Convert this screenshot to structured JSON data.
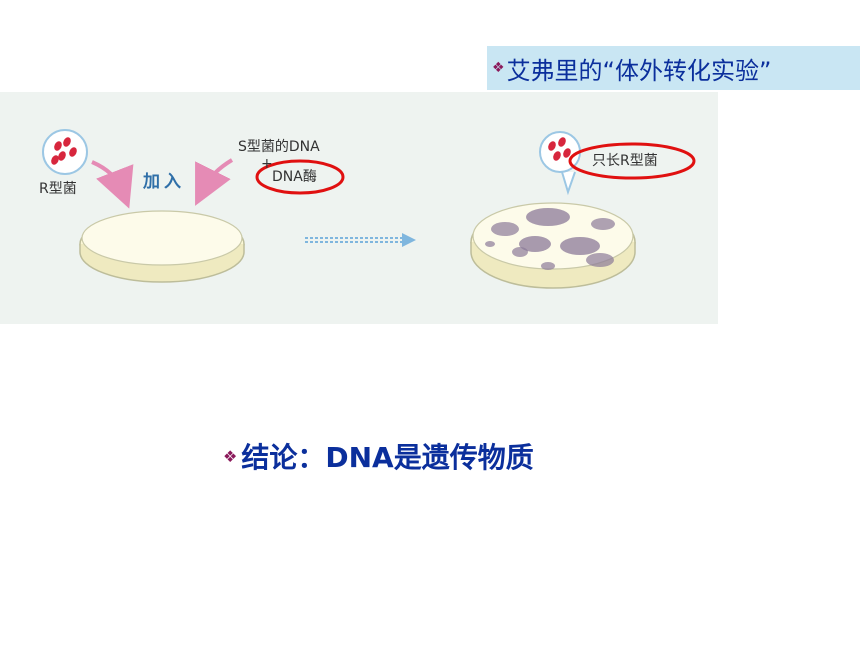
{
  "slide": {
    "title": {
      "bullet": "❖",
      "text": "艾弗里的“体外转化实验”",
      "background": "#c9e6f3",
      "color": "#0b2f9c"
    },
    "figure": {
      "r_label": "R型菌",
      "add_label": "加入",
      "s_dna_label": "S型菌的DNA",
      "plus_sign": "+",
      "enzyme_label": "DNA酶",
      "result_label": "只长R型菌",
      "highlight_color": "#e01010"
    },
    "conclusion": {
      "bullet": "❖",
      "text": "结论：DNA是遗传物质",
      "color": "#0b2f9c"
    }
  }
}
